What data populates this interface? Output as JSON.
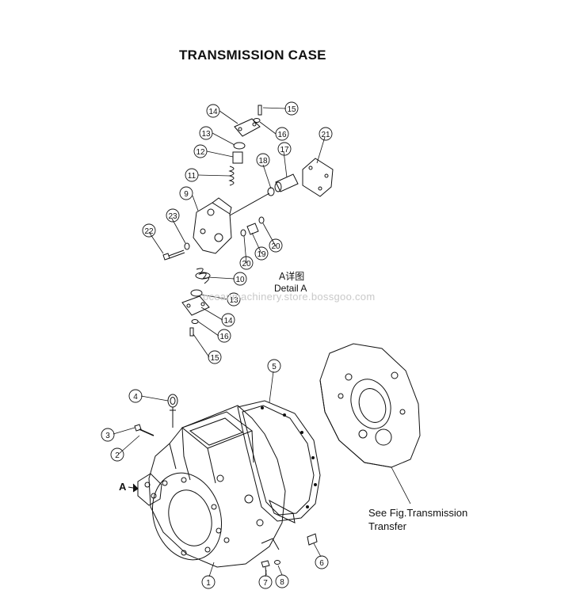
{
  "title": "TRANSMISSION CASE",
  "detail": {
    "label_cn": "A详图",
    "label_en": "Detail A"
  },
  "view_marker": "A",
  "note": {
    "line1": "See Fig.Transmission",
    "line2": "Transfer"
  },
  "watermark": "oceanmachinery.store.bossgoo.com",
  "callouts": {
    "c1": "1",
    "c2": "2",
    "c3": "3",
    "c4": "4",
    "c5": "5",
    "c6": "6",
    "c7": "7",
    "c8": "8",
    "c9": "9",
    "c10": "10",
    "c11": "11",
    "c12": "12",
    "c13a": "13",
    "c13b": "13",
    "c14a": "14",
    "c14b": "14",
    "c15a": "15",
    "c15b": "15",
    "c16a": "16",
    "c16b": "16",
    "c17": "17",
    "c18": "18",
    "c19": "19",
    "c20a": "20",
    "c20b": "20",
    "c21": "21",
    "c22": "22",
    "c23": "23"
  }
}
